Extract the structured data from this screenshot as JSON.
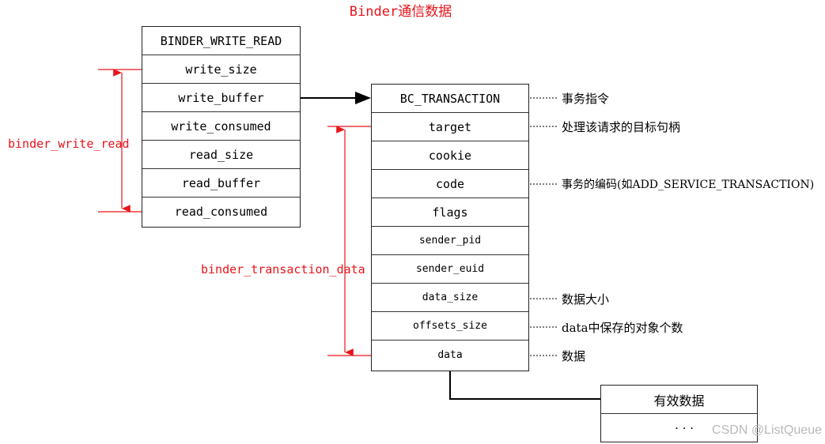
{
  "title": "Binder通信数据",
  "write_read": {
    "header": "BINDER_WRITE_READ",
    "rows": [
      "write_size",
      "write_buffer",
      "write_consumed",
      "read_size",
      "read_buffer",
      "read_consumed"
    ],
    "label": "binder_write_read"
  },
  "transaction": {
    "header": "BC_TRANSACTION",
    "rows": [
      "target",
      "cookie",
      "code",
      "flags",
      "sender_pid",
      "sender_euid",
      "data_size",
      "offsets_size",
      "data"
    ],
    "label": "binder_transaction_data"
  },
  "annotations": {
    "header": "事务指令",
    "target": "处理该请求的目标句柄",
    "code": "事务的编码(如ADD_SERVICE_TRANSACTION)",
    "data_size": "数据大小",
    "offsets_size": "data中保存的对象个数",
    "data": "数据"
  },
  "payload": {
    "header": "有效数据",
    "body": "· · ·"
  },
  "watermark": "CSDN @ListQueue",
  "colors": {
    "red": "#e8141b",
    "line": "#222222",
    "watermark": "#b9b9b9"
  }
}
